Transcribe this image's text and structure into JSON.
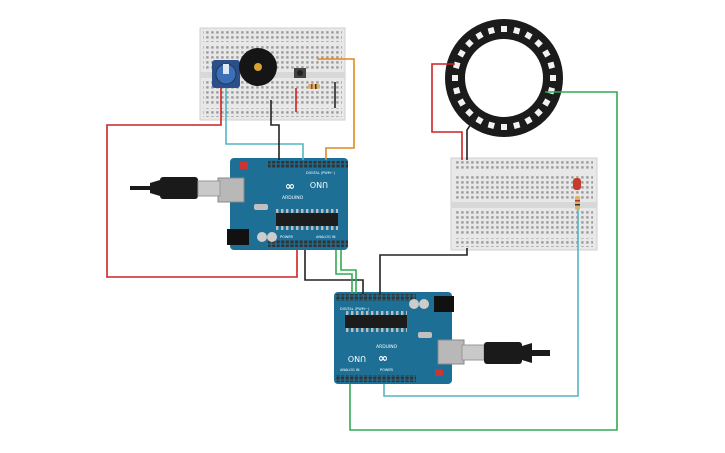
{
  "boards": {
    "top": {
      "brand": "ARDUINO",
      "model": "UNO",
      "digital_label": "DIGITAL (PWM~)",
      "analog_label": "ANALOG IN",
      "power_label": "POWER"
    },
    "bottom": {
      "brand": "ARDUINO",
      "model": "UNO",
      "digital_label": "DIGITAL (PWM~)",
      "analog_label": "ANALOG IN",
      "power_label": "POWER"
    }
  },
  "colors": {
    "wire_red": "#cc2222",
    "wire_green": "#33aa55",
    "wire_cyan": "#55b5c2",
    "wire_black": "#222222",
    "wire_orange": "#e08a1e",
    "board": "#1d6f95",
    "breadboard": "#e6e6e6"
  },
  "icons": {
    "usb": "usb-cable-icon",
    "buzzer": "buzzer-icon",
    "potentiometer": "potentiometer-icon",
    "ring": "neopixel-ring-icon"
  }
}
